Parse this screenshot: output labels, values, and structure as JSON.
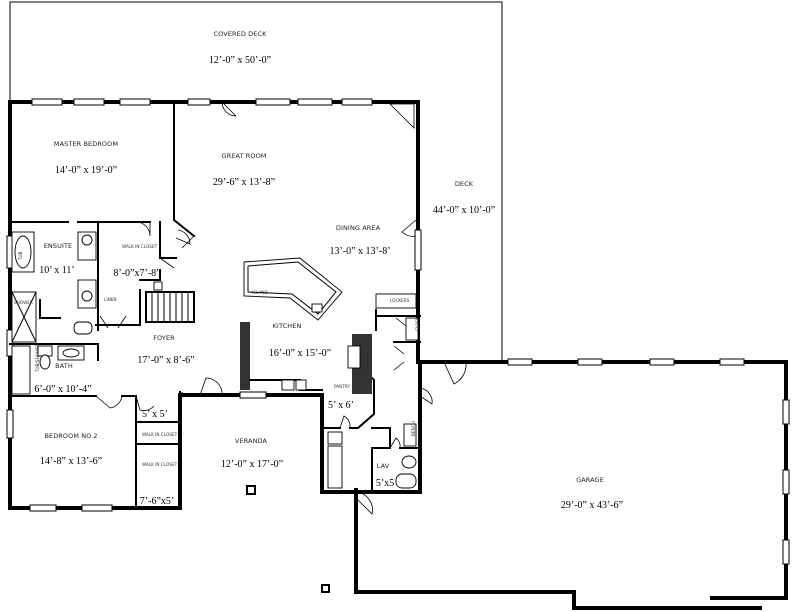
{
  "rooms": {
    "covered_deck": {
      "name": "COVERED DECK",
      "dim": "12’-0” x 50’-0”"
    },
    "master_bedroom": {
      "name": "MASTER BEDROOM",
      "dim": "14’-0” x 19’-0”"
    },
    "great_room": {
      "name": "GREAT ROOM",
      "dim": "29’-6” x 13’-8”"
    },
    "deck": {
      "name": "DECK",
      "dim": "44’-0” x 10’-0”"
    },
    "dining_area": {
      "name": "DINING AREA",
      "dim": "13’-0” x 13’-8’"
    },
    "ensuite": {
      "name": "ENSUITE",
      "dim": "10’ x 11’"
    },
    "walk_in_closet_master": {
      "name": "WALK IN CLOSET",
      "dim": "8’-0”x7’-8”"
    },
    "kitchen": {
      "name": "KITCHEN",
      "dim": "16’-0” x 15’-0”"
    },
    "foyer": {
      "name": "FOYER",
      "dim": "17’-0” x 8’-6”"
    },
    "bath": {
      "name": "BATH",
      "dim": "6’-0” x 10’-4”"
    },
    "pantry": {
      "name": "PANTRY",
      "dim": "5’ x 6’"
    },
    "hall_closet": {
      "dim": "5’ x 5’"
    },
    "bedroom_2": {
      "name": "BEDROOM No.2",
      "dim": "14’-8” x 13’-6”"
    },
    "walk_in_closet_bedroom": {
      "name": "WALK IN CLOSET",
      "dim": "7’-6”x5’"
    },
    "veranda": {
      "name": "VERANDA",
      "dim": "12’-0” x 17’-0”"
    },
    "lav": {
      "name": "LAV",
      "dim": "5’x5"
    },
    "garage": {
      "name": "GARAGE",
      "dim": "29’-0” x 43’-6”"
    }
  },
  "labels": {
    "linen": "LINEN",
    "island": "ISLAND",
    "walk_in_closet_small": "WALK IN CLOSET",
    "tub": "TUB",
    "shower": "SHOWER",
    "tub_shower": "TUB/SHOWER",
    "lockers": "LOCKERS",
    "bench": "BENCH",
    "closet": "CLOSET"
  }
}
